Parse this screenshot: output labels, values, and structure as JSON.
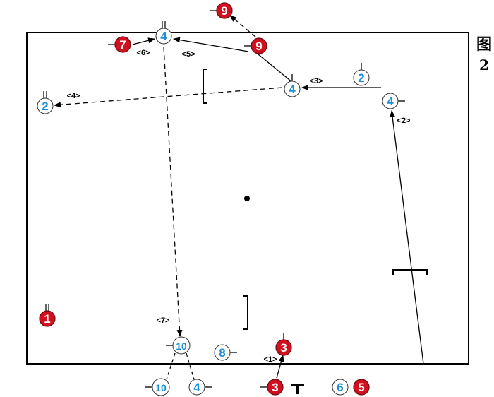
{
  "side_label": {
    "line1": "图",
    "line2": "2"
  },
  "colors": {
    "red": "#d10f1f",
    "blue": "#1e8fd6",
    "line": "#000000"
  },
  "players": [
    {
      "id": "red-9-top",
      "team": "red",
      "number": "9",
      "mark": "t"
    },
    {
      "id": "red-7",
      "team": "red",
      "number": "7",
      "mark": "t"
    },
    {
      "id": "red-9",
      "team": "red",
      "number": "9",
      "mark": "t"
    },
    {
      "id": "red-1",
      "team": "red",
      "number": "1",
      "mark": "ii"
    },
    {
      "id": "red-3",
      "team": "red",
      "number": "3",
      "mark": "t"
    },
    {
      "id": "red-3-sub",
      "team": "red",
      "number": "3",
      "mark": "t"
    },
    {
      "id": "red-5",
      "team": "red",
      "number": "5",
      "mark": "none"
    },
    {
      "id": "blue-4-a",
      "team": "blue",
      "number": "4",
      "mark": "ii"
    },
    {
      "id": "blue-2-left",
      "team": "blue",
      "number": "2",
      "mark": "ii"
    },
    {
      "id": "blue-4-b",
      "team": "blue",
      "number": "4",
      "mark": "t"
    },
    {
      "id": "blue-2-right",
      "team": "blue",
      "number": "2",
      "mark": "t"
    },
    {
      "id": "blue-4-c",
      "team": "blue",
      "number": "4",
      "mark": "t"
    },
    {
      "id": "blue-10",
      "team": "blue",
      "number": "10",
      "mark": "t"
    },
    {
      "id": "blue-8",
      "team": "blue",
      "number": "8",
      "mark": "t"
    },
    {
      "id": "blue-10-sub",
      "team": "blue",
      "number": "10",
      "mark": "t"
    },
    {
      "id": "blue-4-sub",
      "team": "blue",
      "number": "4",
      "mark": "t"
    },
    {
      "id": "blue-6",
      "team": "blue",
      "number": "6",
      "mark": "none"
    }
  ],
  "step_labels": [
    "<1>",
    "<2>",
    "<3>",
    "<4>",
    "<5>",
    "<6>",
    "<7>"
  ]
}
